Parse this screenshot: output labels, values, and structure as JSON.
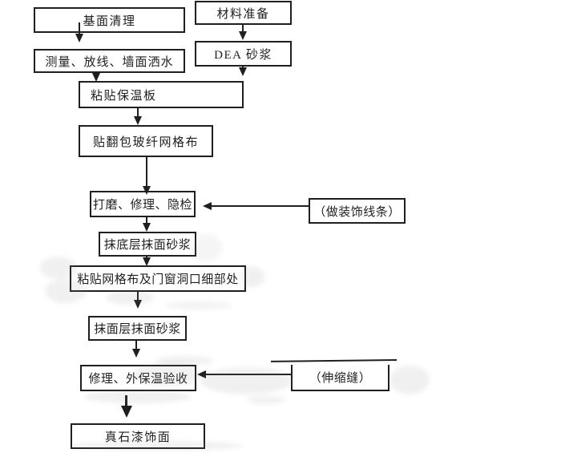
{
  "diagram": {
    "type": "flowchart",
    "background": "#ffffff",
    "line_color": "#1f1f1f",
    "nodes": {
      "base_cleaning": "基面清理",
      "material_prep": "材料准备",
      "measure_layout": "测量、放线、墙面洒水",
      "dea_mortar": "DEA 砂浆",
      "paste_insulation_board": "粘贴保温板",
      "wrap_fiberglass_mesh": "贴翻包玻纤网格布",
      "grind_repair_inspect": "打磨、修理、隐检",
      "base_coat_mortar": "抹底层抹面砂浆",
      "mesh_and_openings": "粘贴网格布及门窗洞口细部处",
      "finish_coat_mortar": "抹面层抹面砂浆",
      "repair_acceptance": "修理、外保温验收",
      "stone_paint_finish": "真石漆饰面",
      "decorative_lines": "（做装饰线条）",
      "expansion_joint": "（伸缩缝）"
    },
    "edges": [
      {
        "from": "base_cleaning",
        "to": "measure_layout"
      },
      {
        "from": "material_prep",
        "to": "dea_mortar"
      },
      {
        "from": "measure_layout",
        "to": "paste_insulation_board"
      },
      {
        "from": "dea_mortar",
        "to": "paste_insulation_board"
      },
      {
        "from": "paste_insulation_board",
        "to": "wrap_fiberglass_mesh"
      },
      {
        "from": "wrap_fiberglass_mesh",
        "to": "grind_repair_inspect"
      },
      {
        "from": "decorative_lines",
        "to": "grind_repair_inspect"
      },
      {
        "from": "grind_repair_inspect",
        "to": "base_coat_mortar"
      },
      {
        "from": "base_coat_mortar",
        "to": "mesh_and_openings"
      },
      {
        "from": "mesh_and_openings",
        "to": "finish_coat_mortar"
      },
      {
        "from": "finish_coat_mortar",
        "to": "repair_acceptance"
      },
      {
        "from": "expansion_joint",
        "to": "repair_acceptance"
      },
      {
        "from": "repair_acceptance",
        "to": "stone_paint_finish"
      }
    ]
  }
}
